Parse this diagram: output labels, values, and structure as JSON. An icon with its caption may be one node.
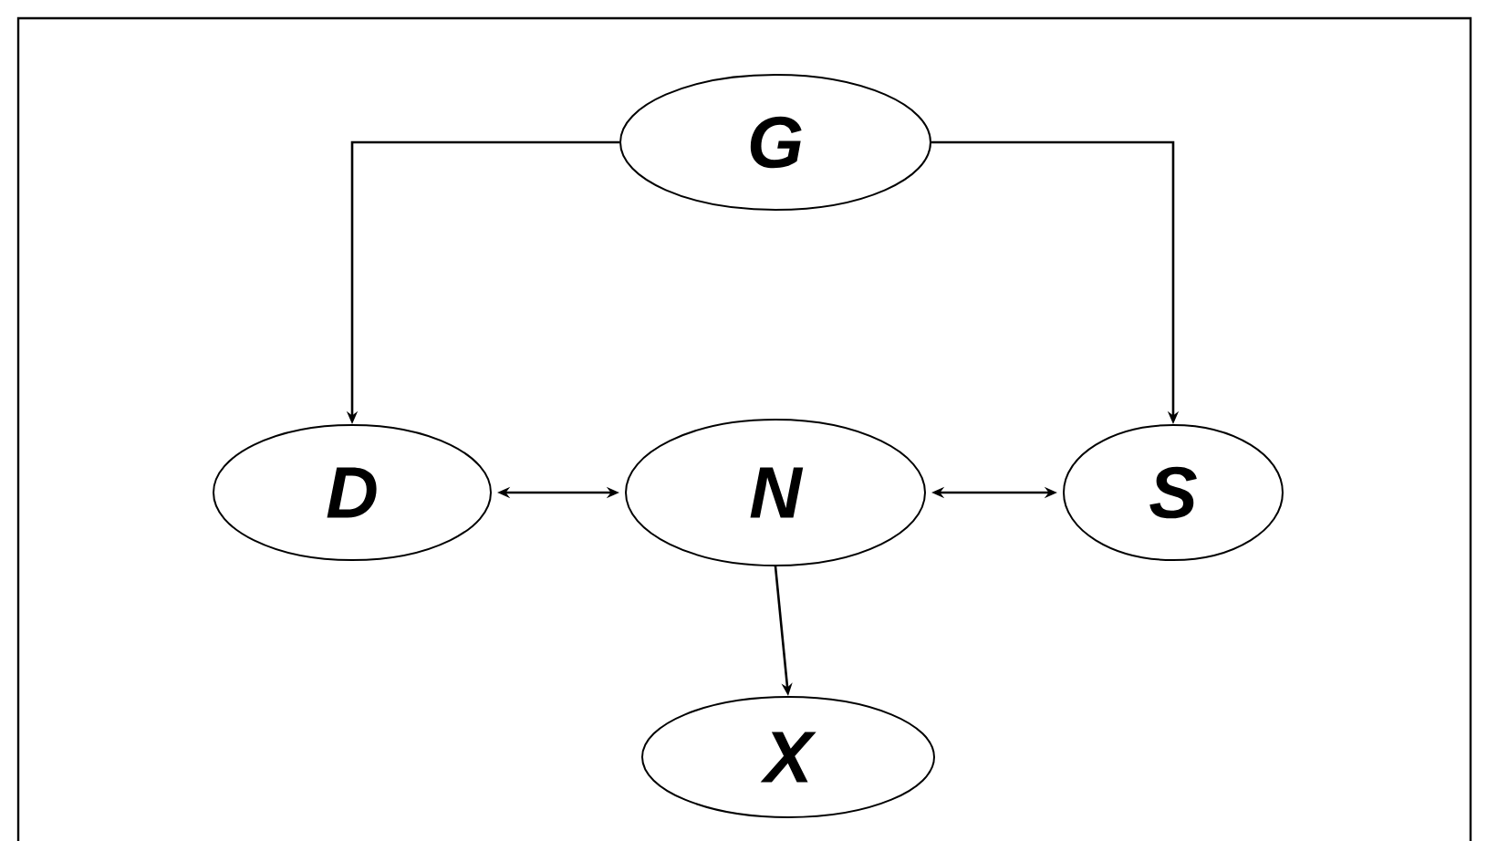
{
  "diagram": {
    "nodes": [
      {
        "text": [
          "G"
        ]
      },
      {
        "text": [
          "D"
        ]
      },
      {
        "text": [
          "N"
        ]
      },
      {
        "text": [
          "S"
        ]
      },
      {
        "text": [
          "X"
        ]
      }
    ],
    "edges": [
      {
        "from": 0,
        "to": 1,
        "arrow": "to"
      },
      {
        "from": 0,
        "to": 3,
        "arrow": "to"
      },
      {
        "from": 1,
        "to": 2,
        "arrow": "both"
      },
      {
        "from": 2,
        "to": 3,
        "arrow": "both"
      },
      {
        "from": 2,
        "to": 4,
        "arrow": "to"
      }
    ]
  }
}
